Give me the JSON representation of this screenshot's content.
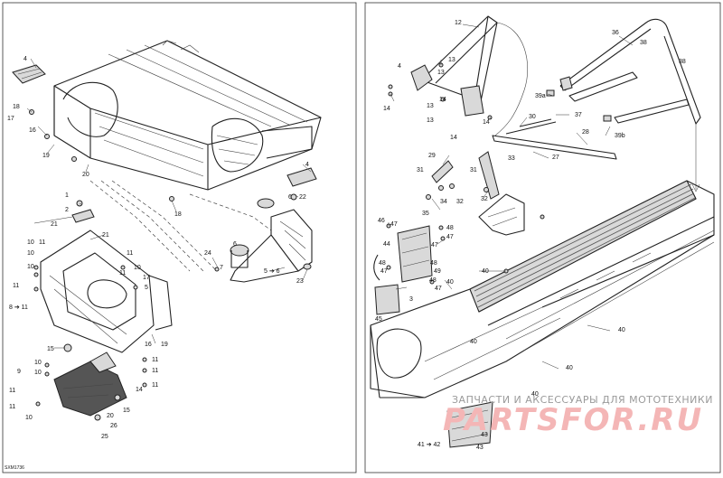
{
  "drawing": {
    "code": "SXM1736",
    "watermark_line1": "ЗАПЧАСТИ И АКСЕССУАРЫ ДЛЯ МОТОТЕХНИКИ",
    "watermark_brand": "PARTSFOR.RU"
  },
  "callouts": {
    "left": {
      "c4a": "4",
      "c18": "18",
      "c17": "17",
      "c16": "16",
      "c19a": "19",
      "c20": "20",
      "c4b": "4",
      "c22": "22",
      "c6": "6",
      "c18b": "18",
      "c1": "1",
      "c2": "2",
      "c21a": "21",
      "c21b": "21",
      "c10a": "10",
      "c11a": "11",
      "c10b": "10",
      "c10c": "10",
      "c11b": "11",
      "c11c": "11",
      "c8_11": "8 ➔ 11",
      "c11d": "11",
      "c10d": "10",
      "c17b": "17",
      "c5": "5",
      "c16b": "16",
      "c19b": "19",
      "c24": "24",
      "c7": "7",
      "c6b": "6",
      "c5_6": "5 ➔ 6",
      "c23": "23",
      "c15a": "15",
      "c10e": "10",
      "c10f": "10",
      "c9": "9",
      "c11e": "11",
      "c10g": "10",
      "c11f": "11",
      "c11g": "11",
      "c11h": "11",
      "c11i": "11",
      "c14": "14",
      "c15b": "15",
      "c20b": "20",
      "c26": "26",
      "c25": "25"
    },
    "right": {
      "c12": "12",
      "c36": "36",
      "c4": "4",
      "c13a": "13",
      "c38a": "38",
      "c38b": "38",
      "c13b": "13",
      "c14a": "14",
      "c39a": "39a",
      "c13c": "13",
      "c37": "37",
      "c14b": "14",
      "c14c": "14",
      "c13d": "13",
      "c30": "30",
      "c39b": "39b",
      "c28": "28",
      "c14d": "14",
      "c29": "29",
      "c27": "27",
      "c31a": "31",
      "c33": "33",
      "c31b": "31",
      "c34": "34",
      "c32a": "32",
      "c32b": "32",
      "c35": "35",
      "c46": "46",
      "c47a": "47",
      "c48a": "48",
      "c47b": "47",
      "c44": "44",
      "c47c": "47",
      "c48b": "48",
      "c48c": "48",
      "c49": "49",
      "c47d": "47",
      "c40a": "40",
      "c48d": "48",
      "c47e": "47",
      "c3": "3",
      "c40b": "40",
      "c45": "45",
      "c40c": "40",
      "c40d": "40",
      "c40e": "40",
      "c40f": "40",
      "c43": "43",
      "c41_42": "41 ➔ 42",
      "c43b": "43"
    }
  }
}
